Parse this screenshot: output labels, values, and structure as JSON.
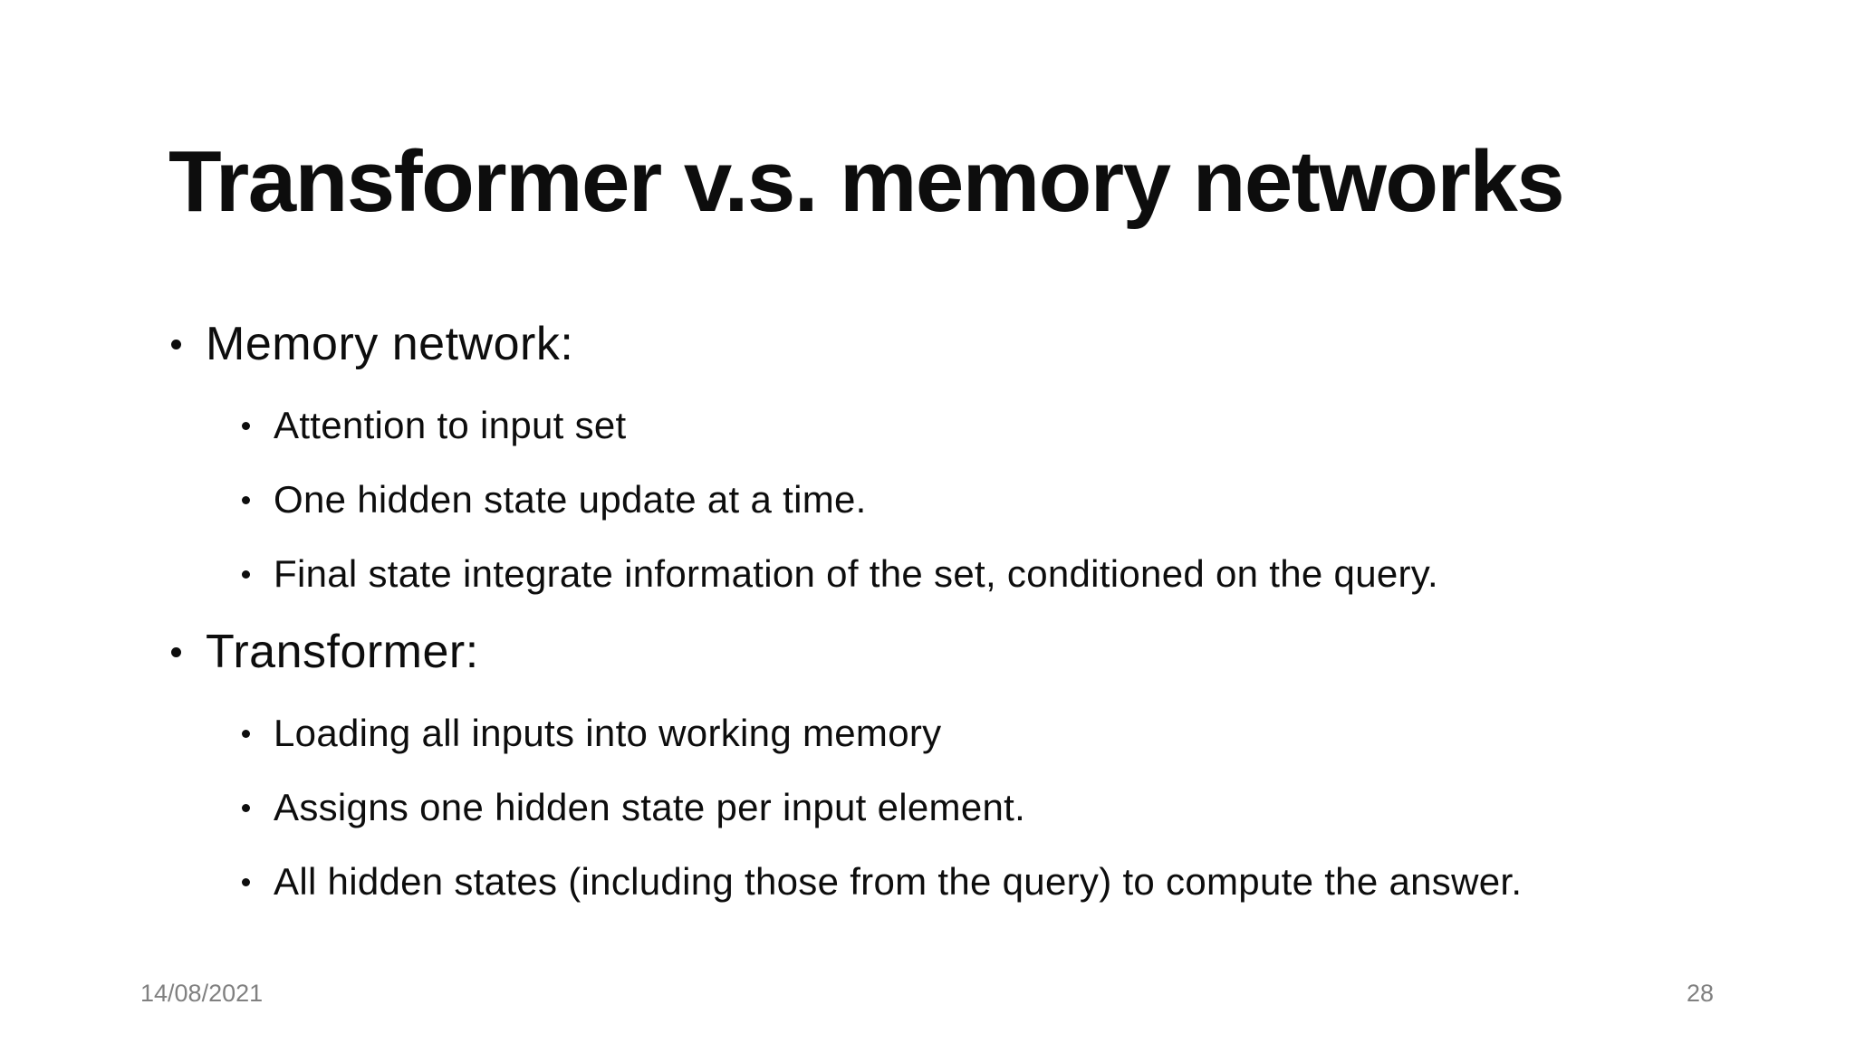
{
  "slide": {
    "title": "Transformer v.s. memory networks",
    "bullets": [
      {
        "label": "Memory network:",
        "children": [
          "Attention to input set",
          "One hidden state update at a time.",
          "Final state integrate information of the set, conditioned on the query."
        ]
      },
      {
        "label": "Transformer:",
        "children": [
          "Loading all inputs into working memory",
          "Assigns one hidden state per input element.",
          "All hidden states (including those from the query) to compute the answer."
        ]
      }
    ],
    "footer": {
      "date": "14/08/2021",
      "page_number": "28"
    },
    "colors": {
      "text": "#0d0d0d",
      "footer_text": "#808080",
      "background": "#ffffff"
    }
  }
}
